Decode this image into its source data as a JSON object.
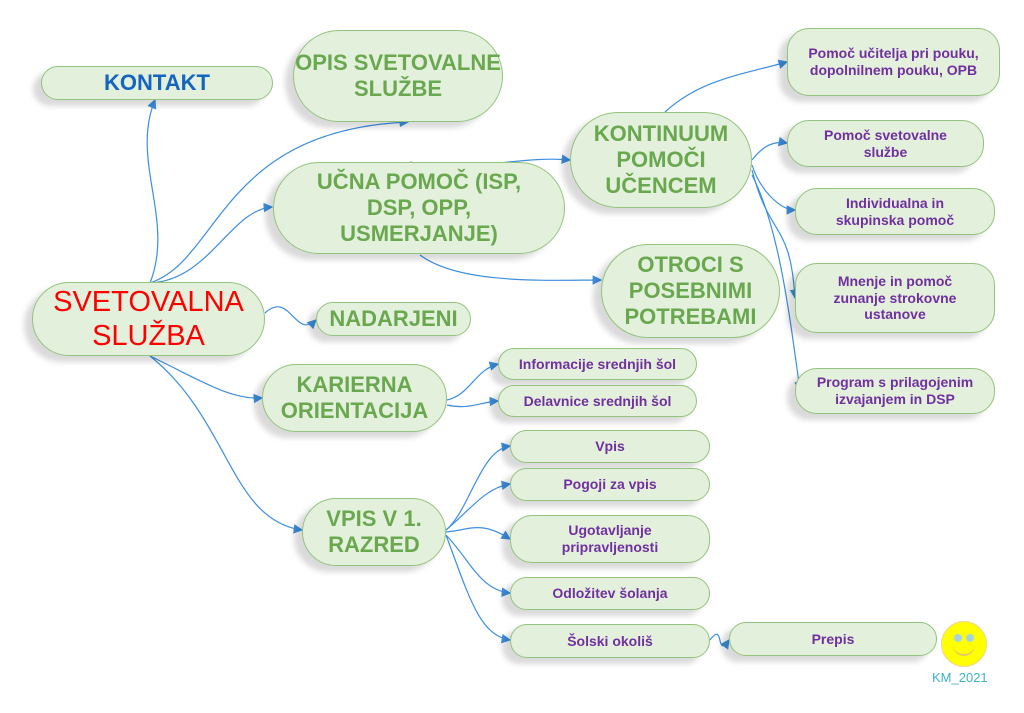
{
  "root": "SVETOVALNA SLUŽBA",
  "nodes": {
    "kontakt": "KONTAKT",
    "opis": "OPIS SVETOVALNE SLUŽBE",
    "ucna": "UČNA POMOČ (ISP, DSP, OPP, USMERJANJE)",
    "nadarjeni": "NADARJENI",
    "kontinuum": "KONTINUUM POMOČI UČENCEM",
    "otroci": "OTROCI S POSEBNIMI POTREBAMI",
    "karierna": "KARIERNA ORIENTACIJA",
    "vpis1": "VPIS V 1. RAZRED"
  },
  "kontinuum_items": [
    "Pomoč učitelja pri pouku, dopolnilnem pouku, OPB",
    "Pomoč svetovalne službe",
    "Individualna in skupinska pomoč",
    "Mnenje in pomoč zunanje strokovne ustanove",
    "Program s prilagojenim izvajanjem in DSP"
  ],
  "karierna_items": [
    "Informacije srednjih šol",
    "Delavnice srednjih šol"
  ],
  "vpis_items": [
    "Vpis",
    "Pogoji za vpis",
    "Ugotavljanje pripravljenosti",
    "Odložitev šolanja",
    "Šolski okoliš"
  ],
  "prepis": "Prepis",
  "signature": "KM_2021",
  "colors": {
    "root": "#ff0000",
    "kontakt": "#1565c0",
    "main": "#6aa84f",
    "sub": "#7030a0",
    "line": "#3d8fe0"
  }
}
